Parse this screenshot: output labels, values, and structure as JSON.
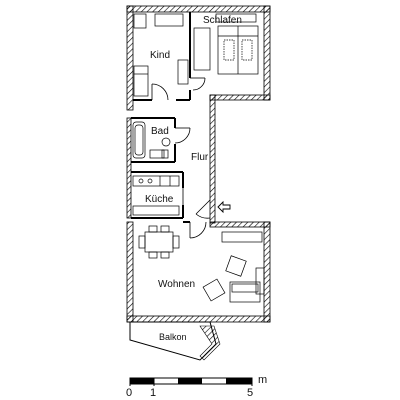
{
  "rooms": {
    "kind": "Kind",
    "schlafen": "Schlafen",
    "bad": "Bad",
    "flur": "Flur",
    "kueche": "Küche",
    "wohnen": "Wohnen",
    "balkon": "Balkon"
  },
  "scale": {
    "tick_0": "0",
    "tick_1": "1",
    "tick_5": "5",
    "unit": "m"
  },
  "icons": {
    "entrance": "entrance-arrow-icon"
  }
}
